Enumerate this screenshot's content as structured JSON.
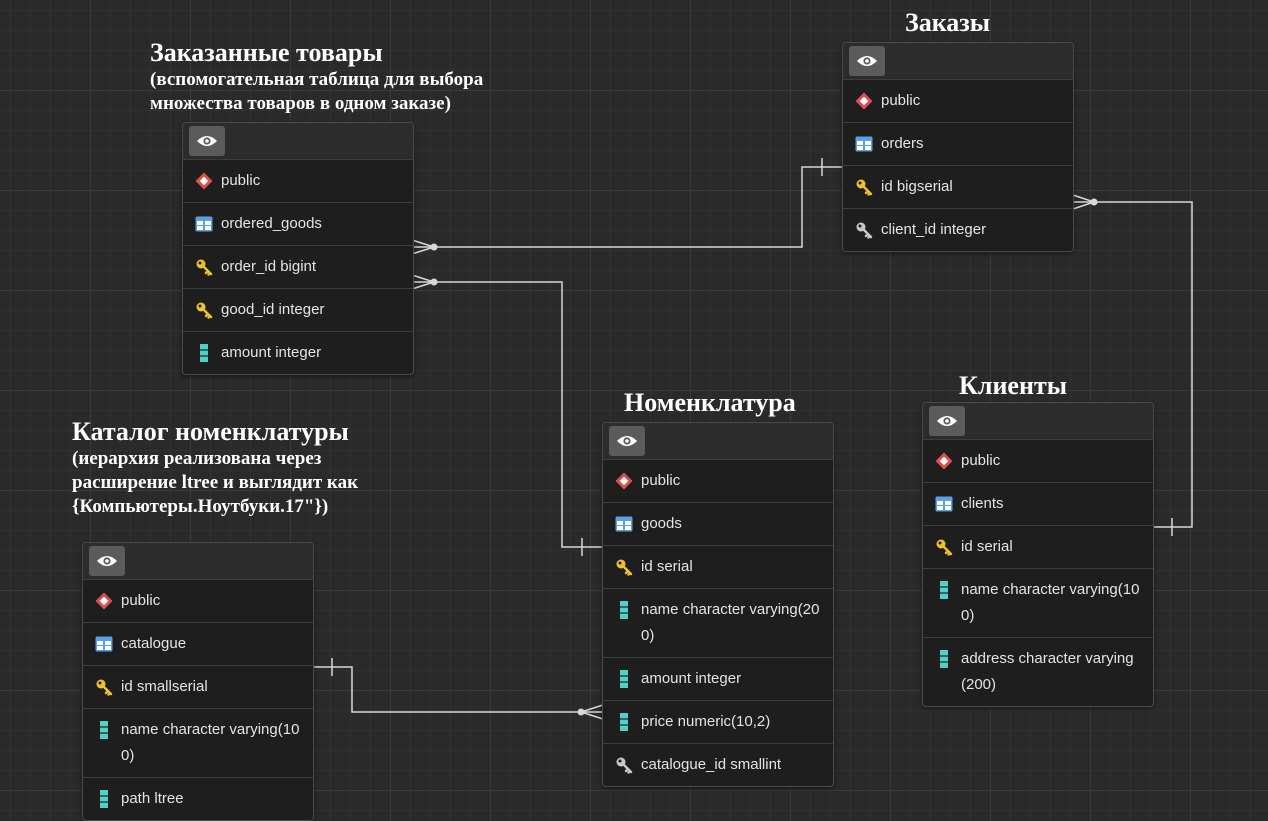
{
  "headings": {
    "ordered_goods": {
      "title": "Заказанные товары",
      "subtitle": "(вспомогательная таблица для выбора\nмножества товаров в одном заказе)"
    },
    "orders": {
      "title": "Заказы"
    },
    "goods": {
      "title": "Номенклатура"
    },
    "clients": {
      "title": "Клиенты"
    },
    "catalogue": {
      "title": "Каталог номенклатуры",
      "subtitle": "(иерархия реализована через\nрасширение ltree и выглядит как\n{Компьютеры.Ноутбуки.17\"})"
    }
  },
  "tables": {
    "ordered_goods": {
      "schema": "public",
      "name": "ordered_goods",
      "columns": [
        "order_id bigint",
        "good_id integer",
        "amount integer"
      ]
    },
    "orders": {
      "schema": "public",
      "name": "orders",
      "columns": [
        "id bigserial",
        "client_id integer"
      ]
    },
    "goods": {
      "schema": "public",
      "name": "goods",
      "columns": [
        "id serial",
        "name character varying(200)",
        "amount integer",
        "price numeric(10,2)",
        "catalogue_id smallint"
      ]
    },
    "clients": {
      "schema": "public",
      "name": "clients",
      "columns": [
        "id serial",
        "name character varying(100)",
        "address character varying (200)"
      ]
    },
    "catalogue": {
      "schema": "public",
      "name": "catalogue",
      "columns": [
        "id smallserial",
        "name character varying(100)",
        "path ltree"
      ]
    }
  },
  "icons": {
    "schema": "schema-icon",
    "table": "table-icon",
    "primary_key": "primary-key-icon",
    "foreign_key": "foreign-key-icon",
    "column": "column-icon",
    "view": "eye-icon"
  },
  "colors": {
    "background": "#2a2a2a",
    "link_line": "#d8d8d8",
    "key_yellow": "#f2c12e",
    "column_teal": "#4fd1c5",
    "table_blue": "#5aa0e6",
    "schema_red": "#d9534f"
  },
  "relationships": [
    {
      "from": "ordered_goods.order_id",
      "to": "orders.id",
      "cardinality": "many-to-one"
    },
    {
      "from": "ordered_goods.good_id",
      "to": "goods.id",
      "cardinality": "many-to-one"
    },
    {
      "from": "orders.client_id",
      "to": "clients.id",
      "cardinality": "many-to-one"
    },
    {
      "from": "goods.catalogue_id",
      "to": "catalogue.id",
      "cardinality": "many-to-one"
    }
  ]
}
